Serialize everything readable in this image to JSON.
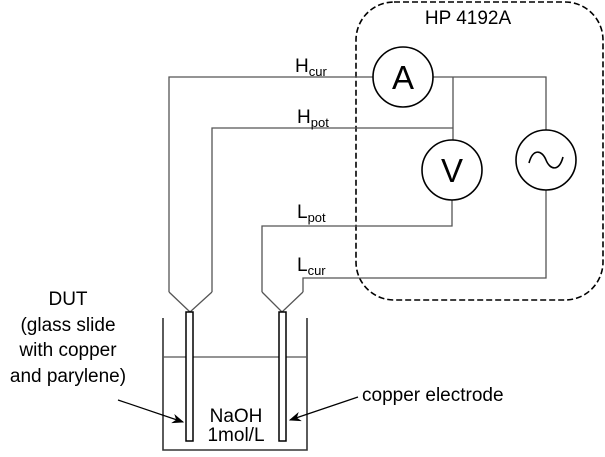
{
  "instrument": {
    "label": "HP 4192A"
  },
  "meters": {
    "ammeter": "A",
    "voltmeter": "V",
    "source_symbol": "ac-source"
  },
  "terminals": [
    {
      "main": "H",
      "sub": "cur"
    },
    {
      "main": "H",
      "sub": "pot"
    },
    {
      "main": "L",
      "sub": "pot"
    },
    {
      "main": "L",
      "sub": "cur"
    }
  ],
  "dut_label": [
    "DUT",
    "(glass slide",
    "with copper",
    "and parylene)"
  ],
  "electrolyte": [
    "NaOH",
    "1mol/L"
  ],
  "electrode_label": "copper electrode",
  "colors": {
    "line": "#000000",
    "wire": "#555555",
    "background": "#ffffff"
  }
}
